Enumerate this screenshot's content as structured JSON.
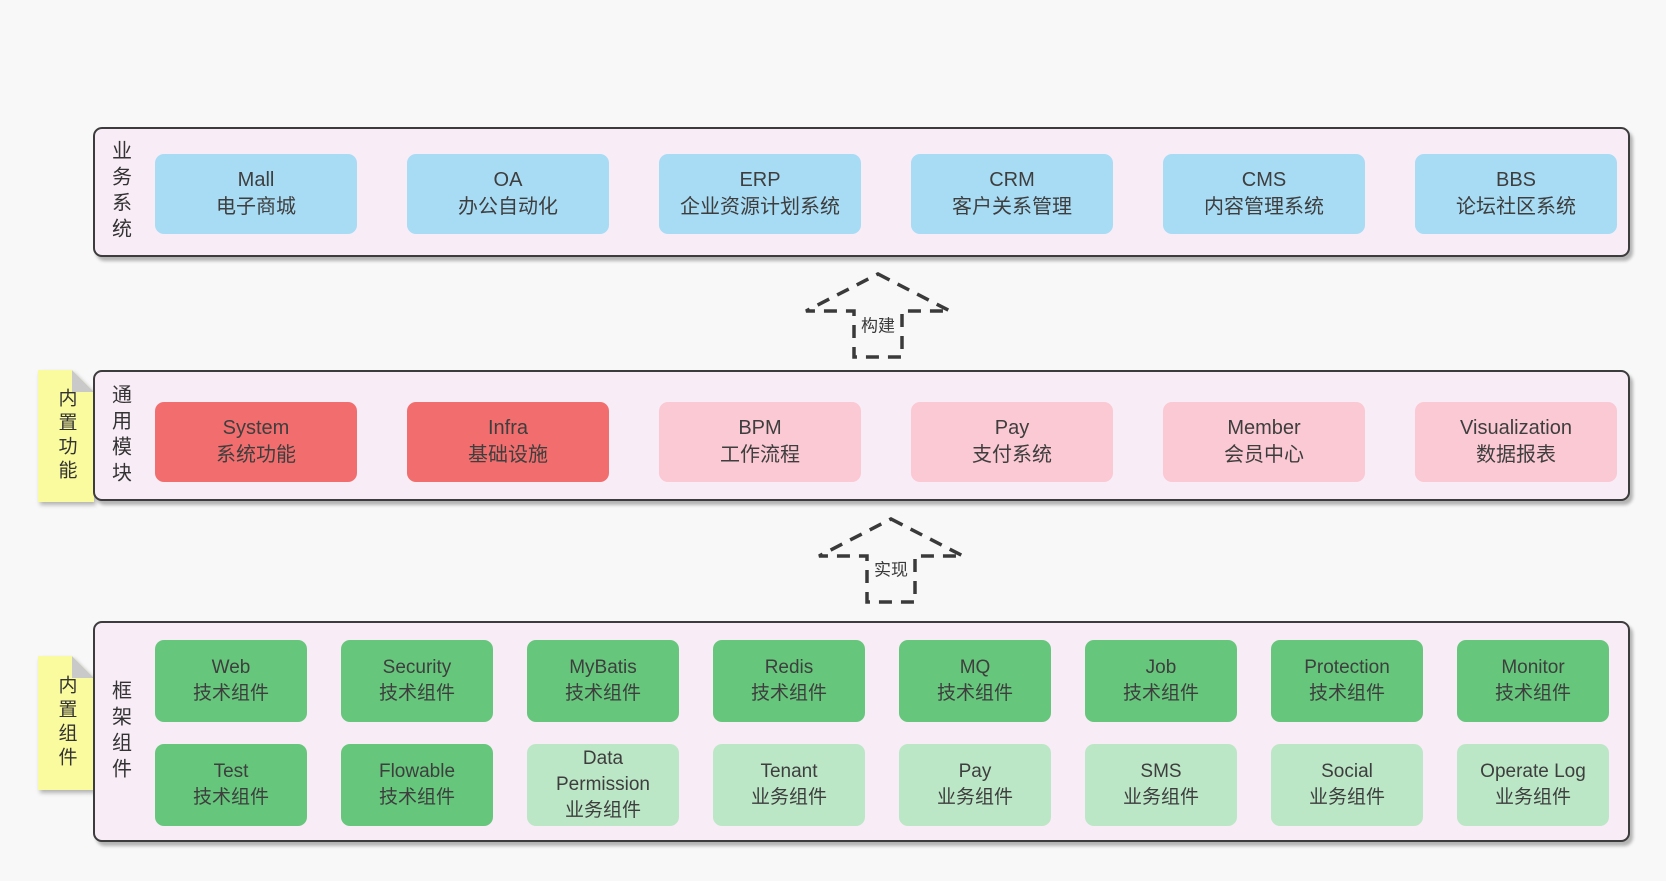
{
  "palette": {
    "page_bg": "#f8f8f8",
    "section_bg": "#f8edf6",
    "section_border": "#3c3c3c",
    "note_bg": "#fafa9e",
    "note_fold": "#c9c9c9",
    "box_text": "#3e3e3e",
    "arrow": "#3a3a3a",
    "blue": "#a8dcf5",
    "red": "#f26e6e",
    "pink": "#fbc9d3",
    "green": "#66c77c",
    "lightgreen": "#bce7c6"
  },
  "sections": [
    {
      "id": "business",
      "label": "业务系统",
      "note": "",
      "rows": [
        [
          {
            "name": "Mall",
            "subtitle": "电子商城",
            "variant": "blue"
          },
          {
            "name": "OA",
            "subtitle": "办公自动化",
            "variant": "blue"
          },
          {
            "name": "ERP",
            "subtitle": "企业资源计划系统",
            "variant": "blue"
          },
          {
            "name": "CRM",
            "subtitle": "客户关系管理",
            "variant": "blue"
          },
          {
            "name": "CMS",
            "subtitle": "内容管理系统",
            "variant": "blue"
          },
          {
            "name": "BBS",
            "subtitle": "论坛社区系统",
            "variant": "blue"
          }
        ]
      ]
    },
    {
      "id": "modules",
      "label": "通用模块",
      "note": "内置功能",
      "rows": [
        [
          {
            "name": "System",
            "subtitle": "系统功能",
            "variant": "red"
          },
          {
            "name": "Infra",
            "subtitle": "基础设施",
            "variant": "red"
          },
          {
            "name": "BPM",
            "subtitle": "工作流程",
            "variant": "pink"
          },
          {
            "name": "Pay",
            "subtitle": "支付系统",
            "variant": "pink"
          },
          {
            "name": "Member",
            "subtitle": "会员中心",
            "variant": "pink"
          },
          {
            "name": "Visualization",
            "subtitle": "数据报表",
            "variant": "pink"
          }
        ]
      ]
    },
    {
      "id": "components",
      "label": "框架组件",
      "note": "内置组件",
      "rows": [
        [
          {
            "name": "Web",
            "subtitle": "技术组件",
            "variant": "green"
          },
          {
            "name": "Security",
            "subtitle": "技术组件",
            "variant": "green"
          },
          {
            "name": "MyBatis",
            "subtitle": "技术组件",
            "variant": "green"
          },
          {
            "name": "Redis",
            "subtitle": "技术组件",
            "variant": "green"
          },
          {
            "name": "MQ",
            "subtitle": "技术组件",
            "variant": "green"
          },
          {
            "name": "Job",
            "subtitle": "技术组件",
            "variant": "green"
          },
          {
            "name": "Protection",
            "subtitle": "技术组件",
            "variant": "green"
          },
          {
            "name": "Monitor",
            "subtitle": "技术组件",
            "variant": "green"
          }
        ],
        [
          {
            "name": "Test",
            "subtitle": "技术组件",
            "variant": "green"
          },
          {
            "name": "Flowable",
            "subtitle": "技术组件",
            "variant": "green"
          },
          {
            "name": "Data Permission",
            "subtitle": "业务组件",
            "variant": "lightgreen"
          },
          {
            "name": "Tenant",
            "subtitle": "业务组件",
            "variant": "lightgreen"
          },
          {
            "name": "Pay",
            "subtitle": "业务组件",
            "variant": "lightgreen"
          },
          {
            "name": "SMS",
            "subtitle": "业务组件",
            "variant": "lightgreen"
          },
          {
            "name": "Social",
            "subtitle": "业务组件",
            "variant": "lightgreen"
          },
          {
            "name": "Operate Log",
            "subtitle": "业务组件",
            "variant": "lightgreen"
          }
        ]
      ]
    }
  ],
  "arrows": [
    {
      "label": "构建"
    },
    {
      "label": "实现"
    }
  ]
}
